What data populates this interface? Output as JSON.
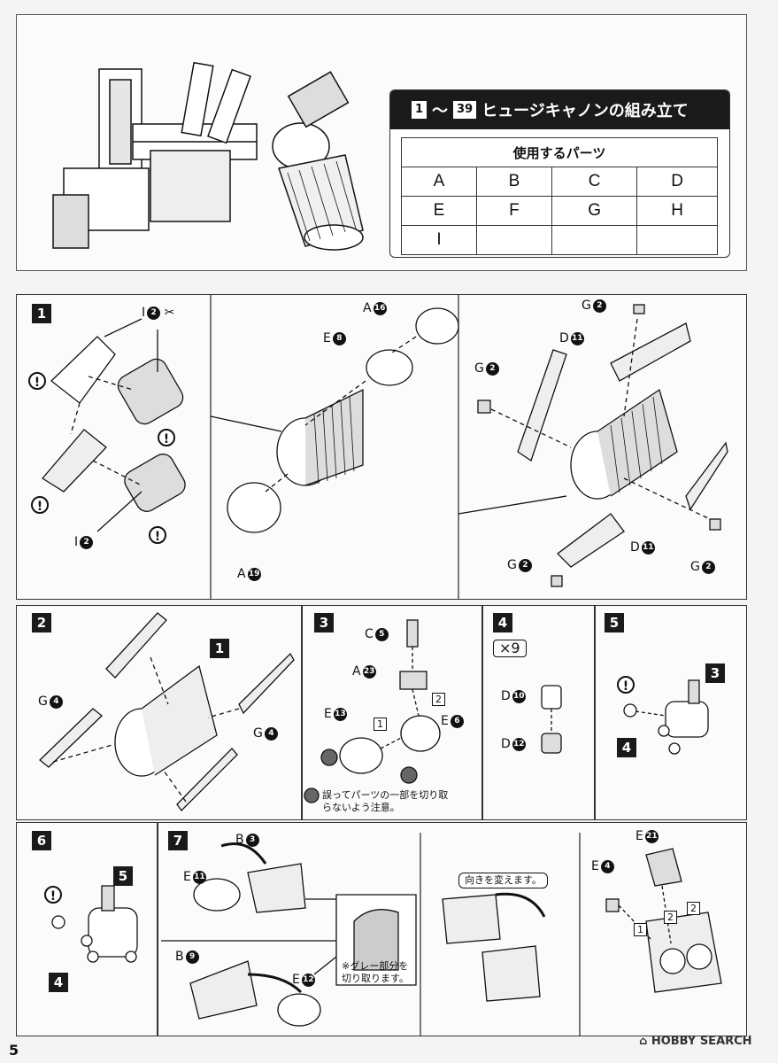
{
  "header": {
    "title_start": "1",
    "title_end": "39",
    "title_text": "ヒュージキャノンの組み立て",
    "parts_header": "使用するパーツ",
    "parts": [
      "A",
      "B",
      "C",
      "D",
      "E",
      "F",
      "G",
      "H",
      "I",
      "",
      "",
      ""
    ]
  },
  "step1": {
    "num": "1",
    "l_i2_top": "I",
    "l_i2_top_n": "2",
    "l_i2_bot": "I",
    "l_i2_bot_n": "2",
    "l_a16": "A",
    "l_a16_n": "16",
    "l_e8": "E",
    "l_e8_n": "8",
    "l_a19": "A",
    "l_a19_n": "19",
    "l_g2a": "G",
    "l_g2a_n": "2",
    "l_g2b": "G",
    "l_g2b_n": "2",
    "l_g2c": "G",
    "l_g2c_n": "2",
    "l_g2d": "G",
    "l_g2d_n": "2",
    "l_d11a": "D",
    "l_d11a_n": "11",
    "l_d11b": "D",
    "l_d11b_n": "11"
  },
  "step2": {
    "num": "2",
    "ref": "1",
    "l_g4a": "G",
    "l_g4a_n": "4",
    "l_g4b": "G",
    "l_g4b_n": "4"
  },
  "step3": {
    "num": "3",
    "l_c5": "C",
    "l_c5_n": "5",
    "l_a23": "A",
    "l_a23_n": "23",
    "l_e13": "E",
    "l_e13_n": "13",
    "l_e6": "E",
    "l_e6_n": "6",
    "order1": "1",
    "order2": "2",
    "note": "誤ってパーツの一部を切り取らないよう注意。"
  },
  "step4": {
    "num": "4",
    "count": "×9",
    "l_d10": "D",
    "l_d10_n": "10",
    "l_d12": "D",
    "l_d12_n": "12"
  },
  "step5": {
    "num": "5",
    "ref": "3",
    "ref4": "4"
  },
  "step6": {
    "num": "6",
    "ref": "5",
    "ref4": "4"
  },
  "step7": {
    "num": "7",
    "l_b3": "B",
    "l_b3_n": "3",
    "l_e11": "E",
    "l_e11_n": "11",
    "l_b9": "B",
    "l_b9_n": "9",
    "l_e12": "E",
    "l_e12_n": "12",
    "l_e21": "E",
    "l_e21_n": "21",
    "l_e4": "E",
    "l_e4_n": "4",
    "callout_cut": "※グレー部分を切り取ります。",
    "callout_turn": "向きを変えます。",
    "order1": "1",
    "order2": "2",
    "order2b": "2"
  },
  "footer": {
    "page": "5",
    "logo": "HOBBY SEARCH"
  }
}
